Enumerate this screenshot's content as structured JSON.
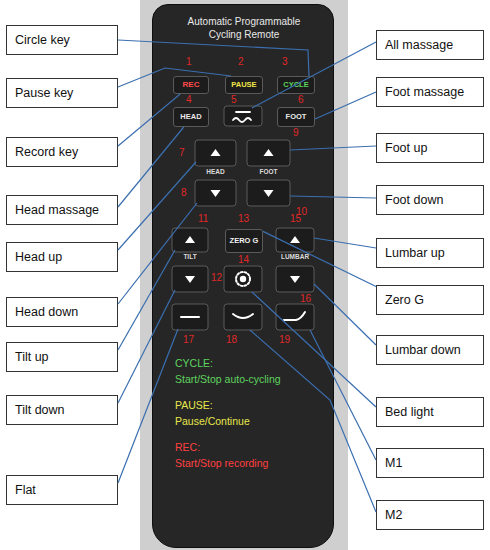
{
  "diagram": {
    "nodes": [
      {
        "text": [
          "Automatic Programmable Cycling Remote",
          "CYCLE:",
          "Start/Stop auto-cycling",
          "PAUSE:",
          "Pause/Continue",
          "REC:",
          "Start/Stop recording"
        ]
      },
      {
        "text": [
          "REC"
        ],
        "in": 0
      },
      {
        "text": [
          "PAUSE"
        ],
        "in": 0
      },
      {
        "text": [
          "CYCLE"
        ],
        "in": 0
      },
      {
        "text": [
          "HEAD"
        ],
        "in": 0
      },
      {
        "text": [
          "FOOT"
        ],
        "in": 0
      },
      {
        "text": [
          "ZERO G"
        ],
        "in": 0
      },
      {
        "text": [
          "Circle key"
        ]
      },
      {
        "text": [
          "Pause key"
        ]
      },
      {
        "text": [
          "Record key"
        ]
      },
      {
        "text": [
          "Head massage"
        ]
      },
      {
        "text": [
          "Head up"
        ]
      },
      {
        "text": [
          "Head down"
        ]
      },
      {
        "text": [
          "Tilt up"
        ]
      },
      {
        "text": [
          "Tilt down"
        ]
      },
      {
        "text": [
          "Flat"
        ]
      },
      {
        "text": [
          "All massage"
        ]
      },
      {
        "text": [
          "Foot massage"
        ]
      },
      {
        "text": [
          "Foot up"
        ]
      },
      {
        "text": [
          "Foot down"
        ]
      },
      {
        "text": [
          "Lumbar up"
        ]
      },
      {
        "text": [
          "Zero G"
        ]
      },
      {
        "text": [
          "Lumbar down"
        ]
      },
      {
        "text": [
          "Bed light"
        ]
      },
      {
        "text": [
          "M1"
        ]
      },
      {
        "text": [
          "M2"
        ]
      }
    ],
    "edges": [
      {
        "from": 7,
        "to": 3,
        "arrow": "none"
      },
      {
        "from": 8,
        "to": 2,
        "arrow": "none"
      },
      {
        "from": 9,
        "to": 1,
        "arrow": "none"
      },
      {
        "from": 10,
        "to": 4,
        "arrow": "none"
      },
      {
        "from": 17,
        "to": 5,
        "arrow": "none"
      },
      {
        "from": 21,
        "to": 6,
        "arrow": "none"
      }
    ],
    "labels": [
      "1",
      "2",
      "3",
      "4",
      "5",
      "6",
      "7",
      "8",
      "9",
      "10",
      "11",
      "12",
      "13",
      "14",
      "15",
      "16",
      "17",
      "18",
      "19",
      "HEAD",
      "FOOT",
      "TILT",
      "LUMBAR"
    ]
  }
}
